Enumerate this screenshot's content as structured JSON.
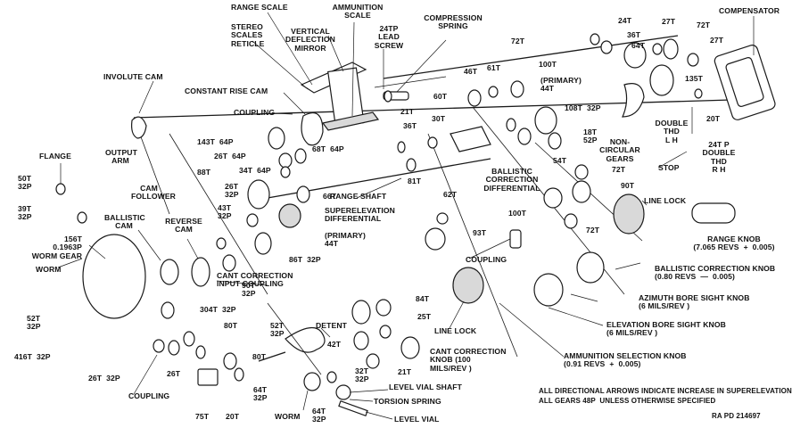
{
  "labels": {
    "range_scale": "RANGE SCALE",
    "stereo_scales_reticle": "STEREO\nSCALES\nRETICLE",
    "ammunition_scale": "AMMUNITION\nSCALE",
    "vertical_deflection_mirror": "VERTICAL\nDEFLECTION\nMIRROR",
    "lead_screw": "24TP\nLEAD\nSCREW",
    "compression_spring": "COMPRESSION\nSPRING",
    "compensator": "COMPENSATOR",
    "involute_cam": "INVOLUTE CAM",
    "constant_rise_cam": "CONSTANT RISE CAM",
    "coupling_top": "COUPLING",
    "output_arm": "OUTPUT\nARM",
    "flange": "FLANGE",
    "cam_follower": "CAM\nFOLLOWER",
    "ballistic_cam": "BALLISTIC\nCAM",
    "reverse_cam": "REVERSE\nCAM",
    "worm_gear": "156T\n0.1963P\nWORM GEAR",
    "worm_left": "WORM",
    "range_shaft": "RANGE SHAFT",
    "superelevation_differential": "SUPERELEVATION\nDIFFERENTIAL",
    "primary_44t_lower": "(PRIMARY)\n44T",
    "primary_44t_upper": "(PRIMARY)\n44T",
    "ballistic_correction_differential": "BALLISTIC\nCORRECTION\nDIFFERENTIAL",
    "non_circular_gears": "NON-\nCIRCULAR\nGEARS",
    "double_thd_lh": "DOUBLE\nTHD\nL H",
    "stop": "STOP",
    "double_thd_rh": "24T P\nDOUBLE\nTHD\nR H",
    "line_lock_right": "LINE LOCK",
    "range_knob": "RANGE KNOB\n(7.065 REVS  +  0.005)",
    "ballistic_correction_knob": "BALLISTIC CORRECTION KNOB\n(0.80 REVS  —  0.005)",
    "azimuth_bore_sight_knob": "AZIMUTH BORE SIGHT KNOB\n(6 MILS/REV )",
    "elevation_bore_sight_knob": "ELEVATION BORE SIGHT KNOB\n(6 MILS/REV )",
    "ammunition_selection_knob": "AMMUNITION SELECTION KNOB\n(0.91 REVS  +  0.005)",
    "coupling_mid": "COUPLING",
    "line_lock_mid": "LINE LOCK",
    "cant_correction_input_coupling": "CANT CORRECTION\nINPUT COUPLING",
    "detent": "DETENT",
    "cant_correction_knob": "CANT CORRECTION\nKNOB (100\nMILS/REV )",
    "level_vial_shaft": "LEVEL VIAL SHAFT",
    "torsion_spring": "TORSION SPRING",
    "level_vial": "LEVEL VIAL",
    "worm_bottom": "WORM",
    "coupling_bottom": "COUPLING",
    "note_arrows": "ALL DIRECTIONAL ARROWS INDICATE INCREASE IN SUPERELEVATION",
    "note_gears": "ALL GEARS 48P  UNLESS OTHERWISE SPECIFIED",
    "figure_ref": "RA PD 214697"
  },
  "gear_labels": {
    "g24t_top": "24T",
    "g36t_top": "36T",
    "g64t_top": "64T",
    "g27t_a": "27T",
    "g72t_top": "72T",
    "g27t_b": "27T",
    "g135t": "135T",
    "g20t_right": "20T",
    "g72t_primary": "72T",
    "g100t_top": "100T",
    "g46t": "46T",
    "g61t": "61T",
    "g60t": "60T",
    "g21t_top": "21T",
    "g30t": "30T",
    "g108t": "108T  32P",
    "g18t": "18T\n52P",
    "g54t": "54T",
    "g143t": "143T  64P",
    "g26t_64p": "26T  64P",
    "g68t": "68T  64P",
    "g34t": "34T  64P",
    "g36t_mid": "36T",
    "g81t": "81T",
    "g88t": "88T",
    "g26t_32p": "26T\n32P",
    "g66t": "66T",
    "g43t": "43T\n32P",
    "g62t": "62T",
    "g93t": "93T",
    "g100t_mid": "100T",
    "g72t_right_a": "72T",
    "g90t": "90T",
    "g72t_right_b": "72T",
    "g86t": "86T  32P",
    "g90t_32p": "90T\n32P",
    "g50t": "50T\n32P",
    "g39t": "39T\n32P",
    "g52t": "52T\n32P",
    "g304t": "304T  32P",
    "g80t_a": "80T",
    "g52t_32p_mid": "52T\n32P",
    "g42t": "42T",
    "g84t": "84T",
    "g25t": "25T",
    "g21t_bottom": "21T",
    "g80t_b": "80T",
    "g416t": "416T  32P",
    "g26t_32p_b": "26T  32P",
    "g26t_c": "26T",
    "g75t": "75T",
    "g20t_bottom": "20T",
    "g64t_32p": "64T\n32P",
    "g64t_32p_b": "64T\n32P",
    "g32t": "32T\n32P"
  }
}
